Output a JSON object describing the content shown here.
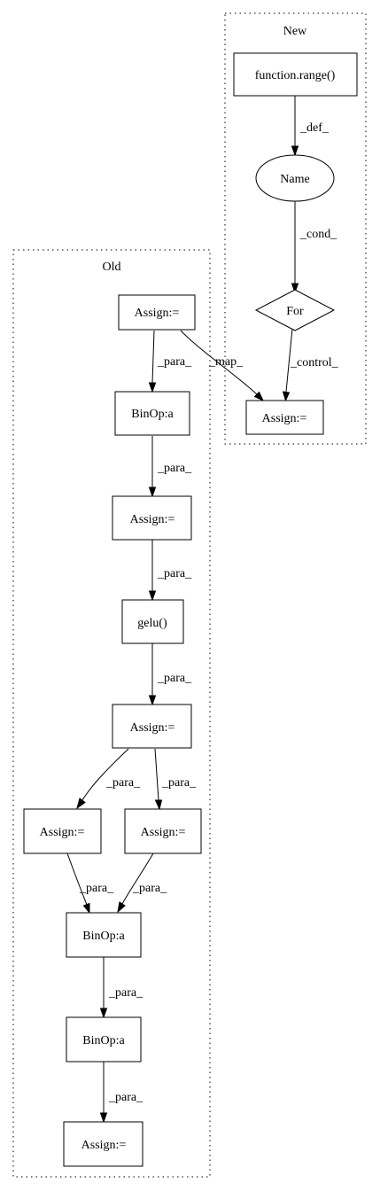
{
  "clusters": {
    "new": {
      "label": "New"
    },
    "old": {
      "label": "Old"
    }
  },
  "nodes": {
    "range": "function.range()",
    "name": "Name",
    "for": "For",
    "assign_new": "Assign:=",
    "assign1": "Assign:=",
    "binop1": "BinOp:a",
    "assign2": "Assign:=",
    "gelu": "gelu()",
    "assign3": "Assign:=",
    "assign4": "Assign:=",
    "assign5": "Assign:=",
    "binop2": "BinOp:a",
    "binop3": "BinOp:a",
    "assign6": "Assign:="
  },
  "edges": {
    "range_name": "_def_",
    "name_for": "_cond_",
    "for_assign_new": "_control_",
    "assign1_assign_new": "_map_",
    "assign1_binop1": "_para_",
    "binop1_assign2": "_para_",
    "assign2_gelu": "_para_",
    "gelu_assign3": "_para_",
    "assign3_assign4": "_para_",
    "assign3_assign5": "_para_",
    "assign4_binop2": "_para_",
    "assign5_binop2": "_para_",
    "binop2_binop3": "_para_",
    "binop3_assign6": "_para_"
  }
}
